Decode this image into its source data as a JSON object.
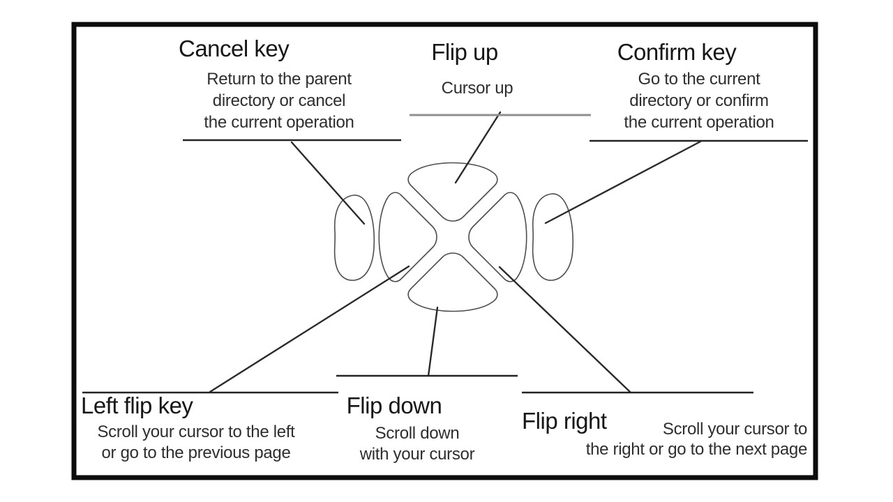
{
  "annotations": {
    "cancel_key": {
      "title": "Cancel key",
      "desc": [
        "Return to the parent",
        "directory or cancel",
        "the current operation"
      ]
    },
    "flip_up": {
      "title": "Flip up",
      "desc": [
        "Cursor up"
      ]
    },
    "confirm_key": {
      "title": "Confirm key",
      "desc": [
        "Go to the current",
        "directory or confirm",
        "the current operation"
      ]
    },
    "left_flip_key": {
      "title": "Left flip key",
      "desc": [
        "Scroll your cursor to the left",
        "or go to the previous page"
      ]
    },
    "flip_down": {
      "title": "Flip down",
      "desc": [
        "Scroll down",
        "with your cursor"
      ]
    },
    "flip_right": {
      "title": "Flip right",
      "desc": [
        "Scroll your cursor to",
        "the right or go to the next page"
      ]
    }
  },
  "colors": {
    "ink": "#1c1c1c",
    "key_outline": "#4d4d4d",
    "leader_line": "#2a2a2a",
    "gray_rule": "#8f8f8f",
    "border": "#0d0d0d",
    "background": "#ffffff"
  }
}
